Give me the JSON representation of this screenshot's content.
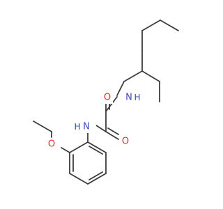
{
  "molecule": {
    "colors": {
      "carbon_bond": "#3c3c3c",
      "oxygen": "#e8282d",
      "nitrogen": "#3a49c6",
      "background": "#ffffff"
    },
    "atoms": [
      {
        "id": "N1",
        "label": "N",
        "element": "nitrogen"
      },
      {
        "id": "O1",
        "label": "O",
        "element": "oxygen"
      },
      {
        "id": "O2",
        "label": "O",
        "element": "oxygen"
      },
      {
        "id": "N2",
        "label": "N",
        "element": "nitrogen"
      },
      {
        "id": "O3",
        "label": "O",
        "element": "oxygen"
      }
    ],
    "hydrogens": [
      {
        "id": "H1",
        "label": "H",
        "attached_to": "N1",
        "element": "nitrogen"
      },
      {
        "id": "H2",
        "label": "H",
        "attached_to": "N2",
        "element": "nitrogen"
      }
    ]
  }
}
